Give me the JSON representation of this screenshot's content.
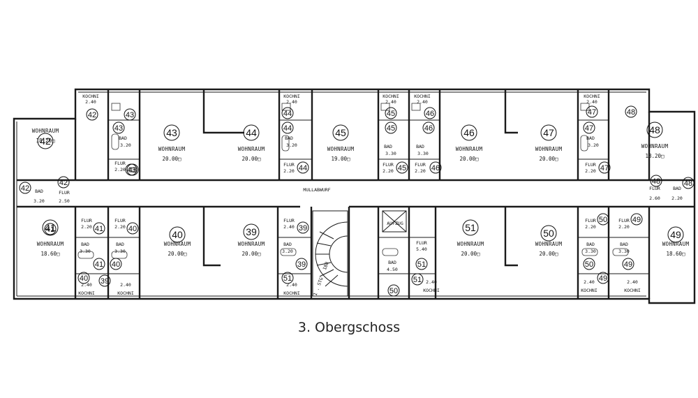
{
  "caption": "3. Obergschoss",
  "labels": {
    "living": "WOHNRAUM",
    "bath": "BAD",
    "hall": "FLUR",
    "kitchen": "KOCHNI",
    "lift": "AUFZUG",
    "waste": "MULLABWURF",
    "stair": "1 . STG . 180"
  },
  "units_top": [
    {
      "num": "42",
      "area": "18.20"
    },
    {
      "num": "43",
      "area": "20.00"
    },
    {
      "num": "44",
      "area": "20.00"
    },
    {
      "num": "45",
      "area": "19.00"
    },
    {
      "num": "46",
      "area": "20.00"
    },
    {
      "num": "47",
      "area": "20.00"
    },
    {
      "num": "48",
      "area": "18.20"
    }
  ],
  "units_bottom": [
    {
      "num": "41",
      "area": "18.60"
    },
    {
      "num": "40",
      "area": "20.00"
    },
    {
      "num": "39",
      "area": "20.00"
    },
    {
      "num": "51",
      "area": "20.00"
    },
    {
      "num": "50",
      "area": "20.00"
    },
    {
      "num": "49",
      "area": "18.60"
    }
  ],
  "top_baths": [
    {
      "area": "3.20"
    },
    {
      "area": "3.20"
    },
    {
      "area": "3.30"
    },
    {
      "area": "3.30"
    },
    {
      "area": "3.20"
    }
  ],
  "top_halls": [
    {
      "area": "2.20"
    },
    {
      "area": "2.20"
    },
    {
      "area": "2.20"
    },
    {
      "area": "2.20"
    },
    {
      "area": "2.20"
    }
  ],
  "top_kitchens": [
    {
      "area": "2.40"
    },
    {
      "area": "2.40"
    },
    {
      "area": "2.40"
    },
    {
      "area": "2.40"
    },
    {
      "area": "2.40"
    }
  ],
  "end_bath_left": {
    "area": "3.20"
  },
  "end_hall_left": {
    "area": "2.50"
  },
  "end_bath_right": {
    "area": "2.20"
  },
  "end_hall_right": {
    "area": "2.60"
  },
  "bottom_halls": [
    {
      "area": "2.20"
    },
    {
      "area": "2.20"
    },
    {
      "area": "2.40"
    },
    {
      "area": "5.40"
    },
    {
      "area": "2.20"
    },
    {
      "area": "2.20"
    }
  ],
  "bottom_baths": [
    {
      "area": "3.30"
    },
    {
      "area": "3.30"
    },
    {
      "area": "3.20"
    },
    {
      "area": "4.50"
    },
    {
      "area": "3.30"
    },
    {
      "area": "3.30"
    }
  ],
  "bottom_kitchens": [
    {
      "area": "2.40"
    },
    {
      "area": "2.40"
    },
    {
      "area": "2.40"
    },
    {
      "area": "2.40"
    },
    {
      "area": "2.40"
    },
    {
      "area": "2.40"
    }
  ],
  "circle_tags": [
    "42",
    "42",
    "43",
    "43",
    "43",
    "43",
    "44",
    "44",
    "44",
    "45",
    "45",
    "45",
    "46",
    "46",
    "46",
    "47",
    "47",
    "47",
    "48",
    "48",
    "48",
    "42",
    "41",
    "41",
    "41",
    "40",
    "40",
    "40",
    "39",
    "39",
    "39",
    "51",
    "51",
    "51",
    "50",
    "50",
    "50",
    "49",
    "49",
    "49"
  ]
}
